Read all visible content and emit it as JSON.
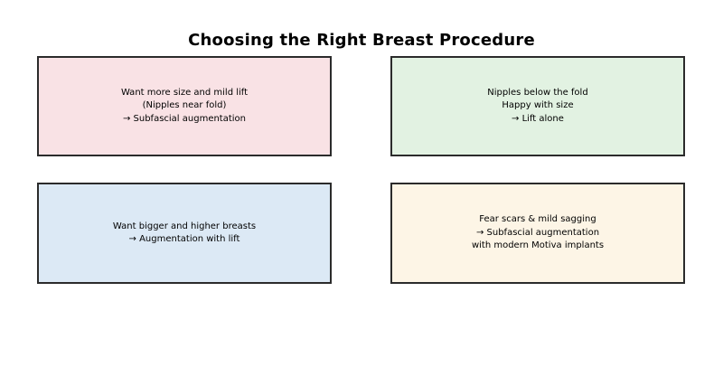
{
  "title": "Choosing the Right Breast Procedure",
  "colors": {
    "background": "#ffffff",
    "border": "#2b2b2b",
    "text": "#000000",
    "box_pink": "#f9e2e5",
    "box_green": "#e2f2e2",
    "box_blue": "#dce9f5",
    "box_cream": "#fdf5e6"
  },
  "boxes": [
    {
      "name": "size-and-mild-lift",
      "bg": "#f9e2e5",
      "lines": [
        "Want more size and mild lift",
        "(Nipples near fold)",
        "→ Subfascial augmentation"
      ]
    },
    {
      "name": "nipples-below-fold",
      "bg": "#e2f2e2",
      "lines": [
        "Nipples below the fold",
        "Happy with size",
        "→ Lift alone"
      ]
    },
    {
      "name": "bigger-and-higher",
      "bg": "#dce9f5",
      "lines": [
        "Want bigger and higher breasts",
        "→ Augmentation with lift"
      ]
    },
    {
      "name": "fear-scars-mild-sagging",
      "bg": "#fdf5e6",
      "lines": [
        "Fear scars & mild sagging",
        "→ Subfascial augmentation",
        "with modern Motiva implants"
      ]
    }
  ]
}
